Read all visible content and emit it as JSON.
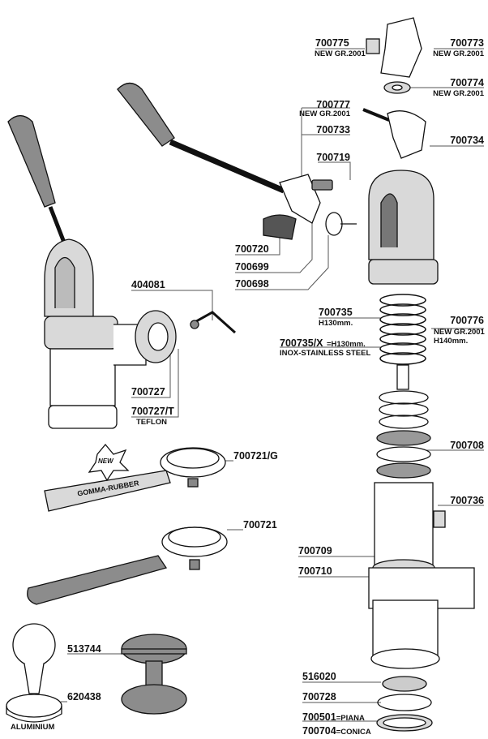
{
  "parts": {
    "p700775": {
      "code": "700775",
      "note": "NEW GR.2001"
    },
    "p700773": {
      "code": "700773",
      "note": "NEW GR.2001"
    },
    "p700774": {
      "code": "700774",
      "note": "NEW GR.2001"
    },
    "p700777": {
      "code": "700777",
      "note": "NEW GR.2001"
    },
    "p700733": {
      "code": "700733"
    },
    "p700719": {
      "code": "700719"
    },
    "p700734": {
      "code": "700734"
    },
    "p700720": {
      "code": "700720"
    },
    "p700699": {
      "code": "700699"
    },
    "p700698": {
      "code": "700698"
    },
    "p404081": {
      "code": "404081"
    },
    "p700735": {
      "code": "700735",
      "note": "H130mm."
    },
    "p700776": {
      "code": "700776",
      "note": "NEW GR.2001",
      "note2": "H140mm."
    },
    "p700735x": {
      "code": "700735/X",
      "suffix": "=H130mm.",
      "note": "INOX-STAINLESS STEEL"
    },
    "p700727": {
      "code": "700727"
    },
    "p700727t": {
      "code": "700727/T",
      "note": "TEFLON"
    },
    "p700721g": {
      "code": "700721/G",
      "badge": "NEW",
      "handle_text": "GOMMA-RUBBER"
    },
    "p700708": {
      "code": "700708"
    },
    "p700736": {
      "code": "700736"
    },
    "p700721": {
      "code": "700721"
    },
    "p700709": {
      "code": "700709"
    },
    "p700710": {
      "code": "700710"
    },
    "p513744": {
      "code": "513744"
    },
    "p620438": {
      "code": "620438",
      "note": "ALUMINIUM"
    },
    "p516020": {
      "code": "516020"
    },
    "p700728": {
      "code": "700728"
    },
    "p700501": {
      "code": "700501",
      "suffix": "=PIANA"
    },
    "p700704": {
      "code": "700704",
      "suffix": "=CONICA"
    }
  },
  "colors": {
    "line": "#111111",
    "fill_gray": "#8c8c8c",
    "fill_light": "#d9d9d9",
    "leader": "#555555"
  }
}
